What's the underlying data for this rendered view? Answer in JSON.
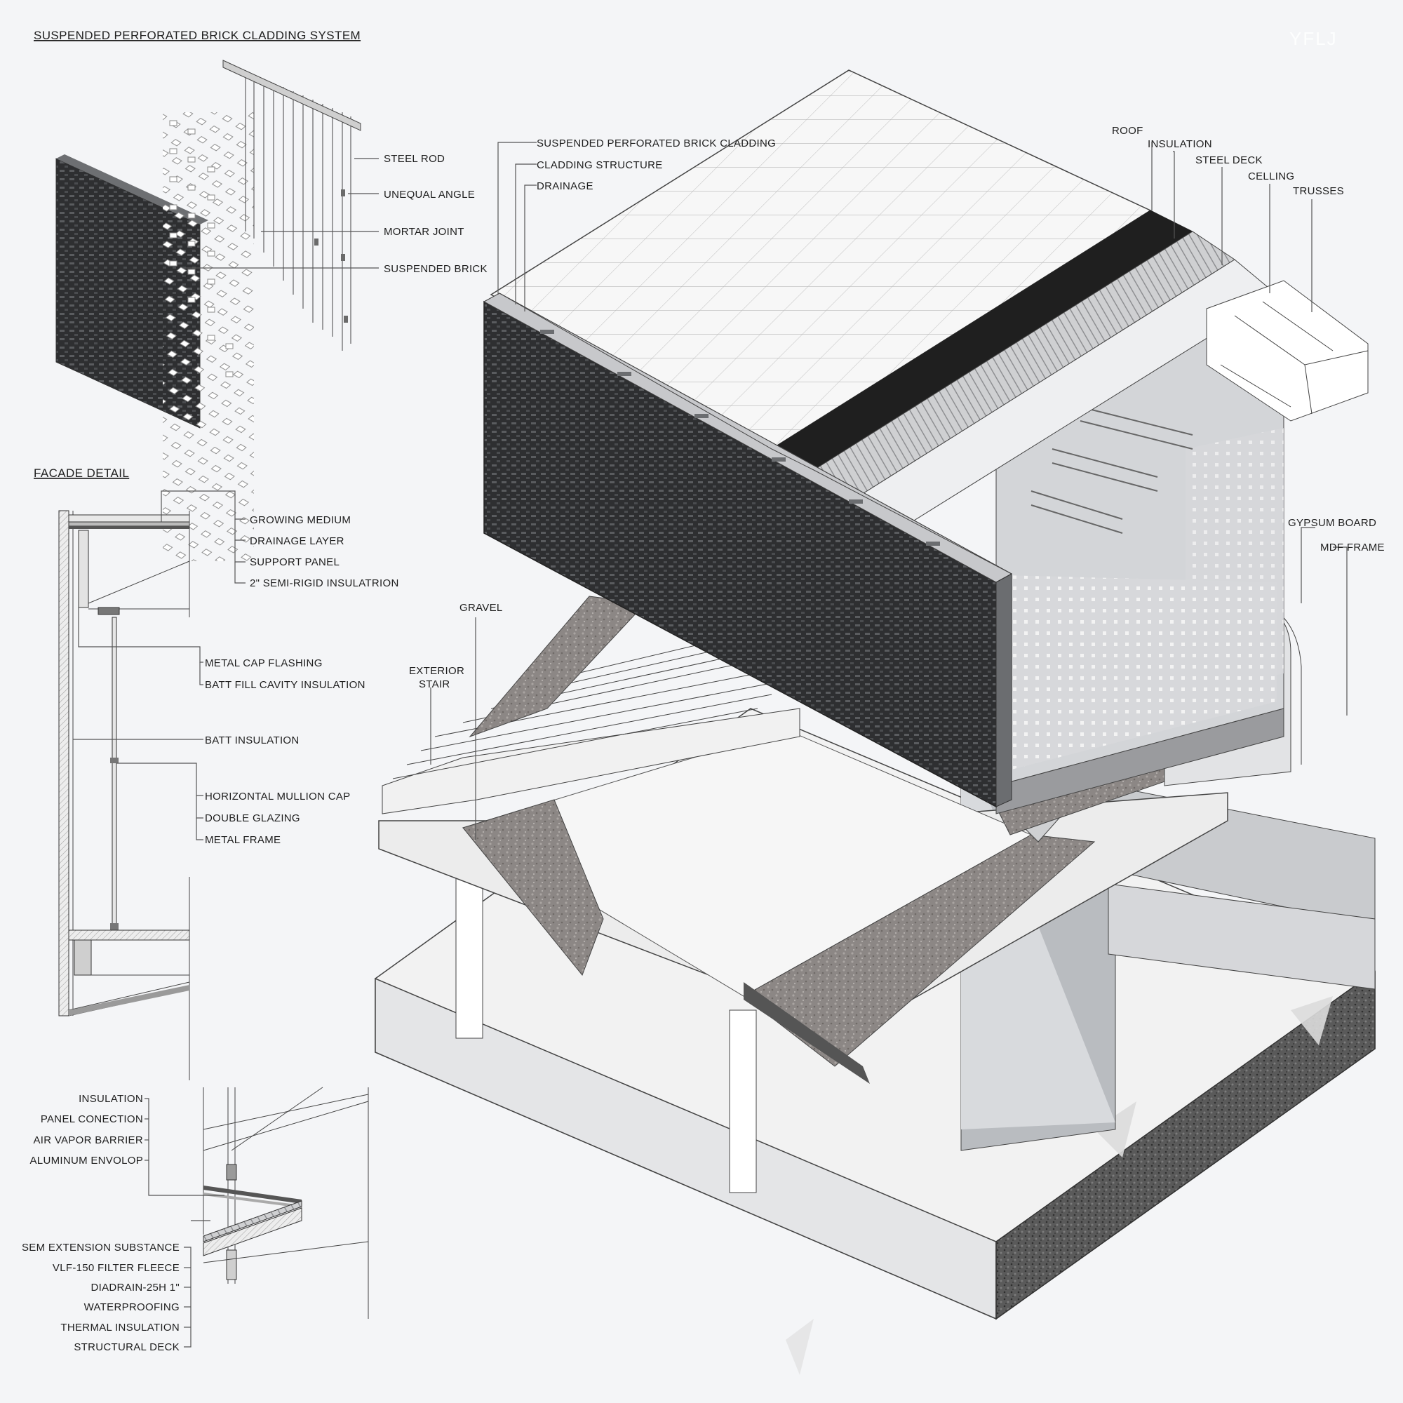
{
  "watermark": "YFLJ",
  "cladding_system": {
    "title": "SUSPENDED PERFORATED BRICK CLADDING SYSTEM",
    "labels": [
      "STEEL ROD",
      "UNEQUAL ANGLE",
      "MORTAR JOINT",
      "SUSPENDED BRICK"
    ]
  },
  "facade_detail": {
    "title": "FACADE DETAIL",
    "labels": [
      "GROWING MEDIUM",
      "DRAINAGE LAYER",
      "SUPPORT PANEL",
      "2\" SEMI-RIGID INSULATRION",
      "METAL CAP FLASHING",
      "BATT FILL CAVITY INSULATION",
      "BATT INSULATION",
      "HORIZONTAL MULLION CAP",
      "DOUBLE GLAZING",
      "METAL FRAME"
    ]
  },
  "roof_detail": {
    "labels_upper": [
      "INSULATION",
      "PANEL CONECTION",
      "AIR VAPOR BARRIER",
      "ALUMINUM ENVOLOP"
    ],
    "labels_lower": [
      "SEM EXTENSION SUBSTANCE",
      "VLF-150 FILTER FLEECE",
      "DIADRAIN-25H 1\"",
      "WATERPROOFING",
      "THERMAL INSULATION",
      "STRUCTURAL DECK"
    ]
  },
  "axonometric": {
    "labels_left": [
      "SUSPENDED PERFORATED BRICK CLADDING",
      "CLADDING STRUCTURE",
      "DRAINAGE"
    ],
    "labels_roof": [
      "ROOF",
      "INSULATION",
      "STEEL DECK",
      "CELLING",
      "TRUSSES"
    ],
    "labels_right": [
      "GYPSUM BOARD",
      "MDF FRAME"
    ],
    "labels_mid": [
      "GRAVEL",
      "EXTERIOR",
      "STAIR"
    ]
  }
}
